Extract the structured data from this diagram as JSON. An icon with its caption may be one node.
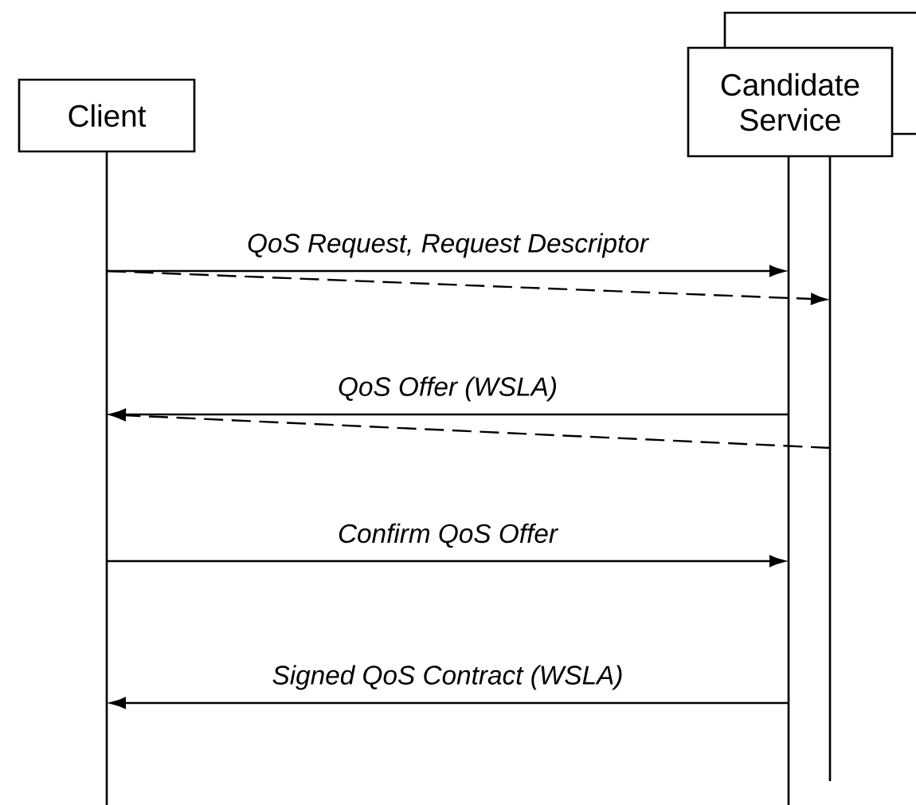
{
  "diagram": {
    "nodes": [
      {
        "text": [
          "Client"
        ]
      },
      {
        "text": [
          "Candidate Service"
        ]
      },
      {
        "text": [],
        "shape": "box"
      },
      {
        "text": [],
        "shape": "bar"
      },
      {
        "text": [],
        "shape": "bar"
      },
      {
        "text": [],
        "shape": "bar"
      }
    ],
    "edges": [
      {
        "from": 3,
        "to": 4,
        "arrow": "to",
        "label": "QoS Request, Request Descriptor"
      },
      {
        "from": 3,
        "to": 5,
        "arrow": "to",
        "style": "dashed"
      },
      {
        "from": 4,
        "to": 3,
        "arrow": "to",
        "label": "QoS Offer (WSLA)"
      },
      {
        "from": 5,
        "to": 3,
        "arrow": "to",
        "style": "dashed"
      },
      {
        "from": 3,
        "to": 4,
        "arrow": "to",
        "label": "Confirm QoS Offer"
      },
      {
        "from": 4,
        "to": 3,
        "arrow": "to",
        "label": "Signed QoS Contract (WSLA)"
      }
    ]
  }
}
